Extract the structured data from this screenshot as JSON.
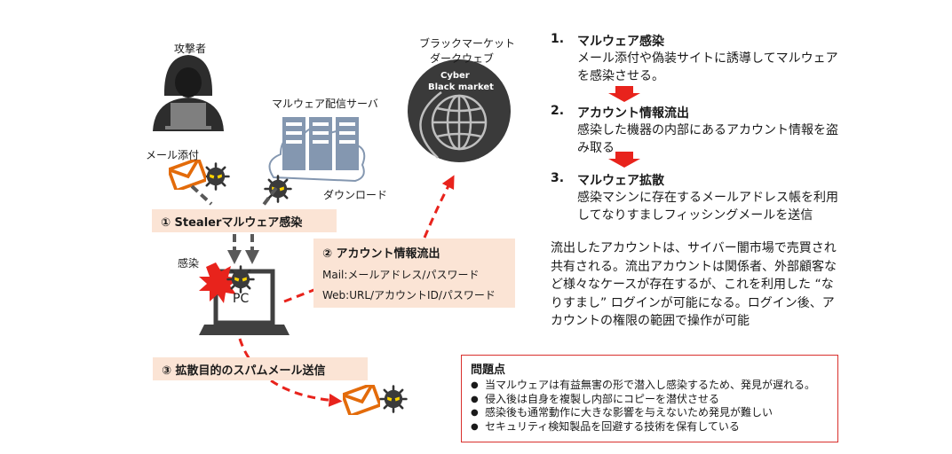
{
  "diagram": {
    "attacker_label": "攻撃者",
    "server_label": "マルウェア配信サーバ",
    "market_label_line1": "ブラックマーケット",
    "market_label_line2": "ダークウェブ",
    "market_logo_line1": "Cyber",
    "market_logo_line2": "Black market",
    "mail_attach_label": "メール添付",
    "download_label": "ダウンロード",
    "infection_label": "感染",
    "pc_label": "PC",
    "box_stealer": "① Stealerマルウェア感染",
    "box_flow": {
      "title": "② アカウント情報流出",
      "line1": "Mail:メールアドレス/パスワード",
      "line2": "Web:URL/アカウントID/パスワード"
    },
    "box_spam": "③ 拡散目的のスパムメール送信"
  },
  "steps": [
    {
      "num": "1.",
      "title": "マルウェア感染",
      "desc": "メール添付や偽装サイトに誘導してマルウェアを感染させる。"
    },
    {
      "num": "2.",
      "title": "アカウント情報流出",
      "desc": "感染した機器の内部にあるアカウント情報を盗み取る"
    },
    {
      "num": "3.",
      "title": "マルウェア拡散",
      "desc": "感染マシンに存在するメールアドレス帳を利用してなりすましフィッシングメールを送信"
    }
  ],
  "note": "流出したアカウントは、サイバー闇市場で売買され共有される。流出アカウントは関係者、外部顧客など様々なケースが存在するが、これを利用した “なりすまし” ログインが可能になる。ログイン後、アカウントの権限の範囲で操作が可能",
  "problems": {
    "title": "問題点",
    "items": [
      "当マルウェアは有益無害の形で潜入し感染するため、発見が遅れる。",
      "侵入後は自身を複製し内部にコピーを潜伏させる",
      "感染後も通常動作に大きな影響を与えないため発見が難しい",
      "セキュリティ検知製品を回避する技術を保有している"
    ]
  },
  "colors": {
    "accent_red": "#e8231c",
    "peach": "#fbe4d5",
    "dark": "#3a3a3a",
    "envelope": "#e36b0a"
  }
}
